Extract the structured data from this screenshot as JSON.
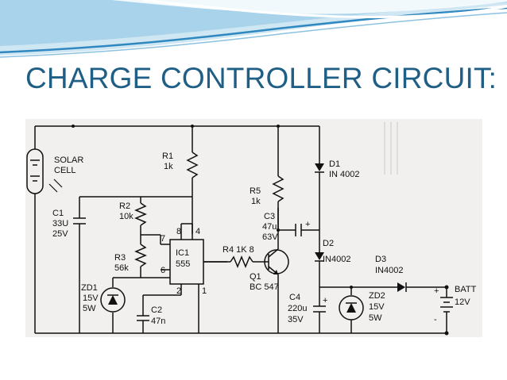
{
  "slide": {
    "title": "CHARGE CONTROLLER CIRCUIT:"
  },
  "circuit": {
    "solar": [
      "SOLAR",
      "CELL"
    ],
    "c1": [
      "C1",
      "33U",
      "25V"
    ],
    "r1": [
      "R1",
      "1k"
    ],
    "r2": [
      "R2",
      "10k"
    ],
    "r3": [
      "R3",
      "56k"
    ],
    "ic1": [
      "IC1",
      "555"
    ],
    "pins": {
      "p7": "7",
      "p8": "8",
      "p4": "4",
      "p6": "6",
      "p2": "2",
      "p1": "1"
    },
    "r4": "R4 1K 8",
    "r5": [
      "R5",
      "1k"
    ],
    "c3": [
      "C3",
      "47u",
      "63V"
    ],
    "q1": [
      "Q1",
      "BC 547"
    ],
    "d1": [
      "D1",
      "IN 4002"
    ],
    "d2": "D2",
    "d2_part": "IN4002",
    "d3": [
      "D3",
      "IN4002"
    ],
    "c4": [
      "C4",
      "220u",
      "35V"
    ],
    "zd1": [
      "ZD1",
      "15V",
      "5W"
    ],
    "zd2": [
      "ZD2",
      "15V",
      "5W"
    ],
    "c2": [
      "C2",
      "47n"
    ],
    "batt": [
      "BATT",
      "12V"
    ],
    "plus": "+",
    "minus": "-"
  },
  "colors": {
    "title": "#1f5f86",
    "wave_light": "#cfe6f3",
    "wave_mid": "#8cc2e0",
    "wave_dark": "#2f88bf",
    "paper": "#f1f0ee"
  }
}
